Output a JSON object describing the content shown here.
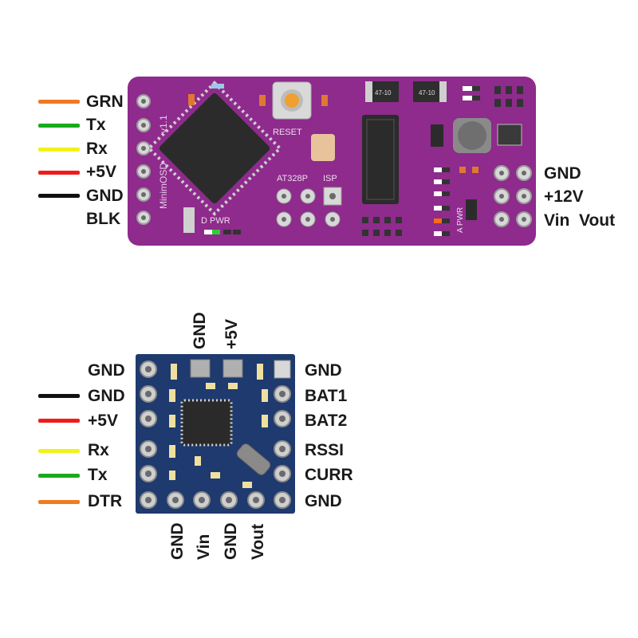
{
  "boards": {
    "minimosd": {
      "silkscreen": {
        "name": "MinimOSD",
        "version": "v1.1",
        "reset": "RESET",
        "mcu": "AT328P",
        "isp": "ISP",
        "d_pwr": "D PWR",
        "a_pwr": "A PWR",
        "chip1": "47-10",
        "chip2": "47-10"
      },
      "left_pins": [
        {
          "label": "GRN",
          "wire_color": "#f07a22"
        },
        {
          "label": "Tx",
          "wire_color": "#1aaa1a"
        },
        {
          "label": "Rx",
          "wire_color": "#f2f21a"
        },
        {
          "label": "+5V",
          "wire_color": "#ee1c1c"
        },
        {
          "label": "GND",
          "wire_color": "#111111"
        },
        {
          "label": "BLK",
          "wire_color": null
        }
      ],
      "right_labels": {
        "row1": "GND",
        "row2": "+12V",
        "row3_left": "Vin",
        "row3_right": "Vout"
      },
      "pcb_color": "#8e2b8c"
    },
    "micro": {
      "top_labels": [
        "GND",
        "+5V"
      ],
      "left_labels": [
        "GND",
        "GND",
        "+5V",
        "Rx",
        "Tx",
        "DTR"
      ],
      "left_wire_colors": [
        null,
        "#111111",
        "#ee1c1c",
        "#f2f21a",
        "#1aaa1a",
        "#f07a22"
      ],
      "right_labels": [
        "GND",
        "BAT1",
        "BAT2",
        "RSSI",
        "CURR",
        "GND"
      ],
      "bottom_labels": [
        "GND",
        "Vin",
        "GND",
        "Vout"
      ],
      "pcb_color": "#1e3a6e"
    }
  }
}
